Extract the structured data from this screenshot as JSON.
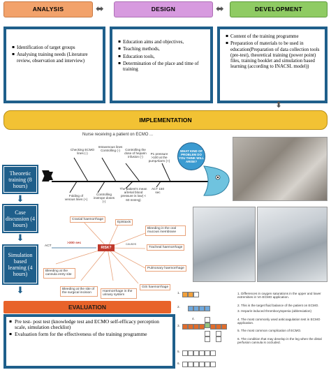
{
  "phases": {
    "analysis": "ANALYSIS",
    "design": "DESIGN",
    "development": "DEVELOPMENT"
  },
  "analysis_items": [
    "Identification of target groups",
    "Analysing training needs (Literature review, observation and interview)"
  ],
  "design_items": [
    "Education aims and objectives,",
    "Teaching methods,",
    "Education tools,",
    "Determination of the place and time of training"
  ],
  "development_items": [
    "Content of the training programme",
    "Preparation of materials to be used in education(Preparation of data collection tools (pre-test), theoretical training (power point) files, training booklet and simulation based learning (according to INACSL model))"
  ],
  "implementation": "IMPLEMENTATION",
  "fishbone": {
    "title": "Nurse receiving a patient on ECMO ...",
    "upper": [
      {
        "text": "Checking ECMO lines (-)"
      },
      {
        "text": "Intravenous lines Controlling (-)"
      },
      {
        "text": "Controlling the dose of heparin infusion (-)"
      },
      {
        "text": "P1 pressure >100 at the pumpAlarm (+)"
      }
    ],
    "lower": [
      {
        "text": "Folding of venous lines (+)"
      },
      {
        "text": "Controlling inotrope doses (-)"
      },
      {
        "text": "The patient's mean arterial blood pressure is low( < 60 mmHg)"
      },
      {
        "text": "ACT 150 sec"
      }
    ],
    "head_question": "WHAT KIND OF PROBLEM DO YOU THINK WILL ARISE?"
  },
  "stages": [
    "Theoretic training (8 hours)",
    "Case discussion (4 hours)",
    "Simulation based learning (4 hours)"
  ],
  "mindmap": {
    "center": "RISK?",
    "act_label": "ACT",
    "act_value": ">300 sec",
    "causes_label": "causes",
    "risks": [
      "Cranial haemorrhage",
      "Epistaxis",
      "Bleeding in the oral mucous membrane",
      "Tracheal haemorrhage",
      "Pulmonary haemorrhage",
      "GIS haemorrhage",
      "Haemorrhage in the urinary system",
      "Bleeding at the site of the surgical incision",
      "Bleeding at the cannula entry site"
    ]
  },
  "evaluation": "EVALUATION",
  "evaluation_items": [
    "Pre test- post test (knowledge test and ECMO self-efficacy perception scale, simulation checklist)",
    "Evaluation form for the effectiveness of the training programme"
  ],
  "crossword_clues": [
    "1. Differences in oxygen saturations in the upper and lower extremities in VA-ECMO application.",
    "2. This is the target fluid balance of the patient on ECMO.",
    "3. Heparin-induced thrombocytopenia (abbreviation)",
    "4. The most commonly used anticoagulation test in ECMO application.",
    "5. The most common complication of ECMO.",
    "6. The condition that may develop in the leg when the distal perfusion cannula is occluded."
  ],
  "crossword_numbers": [
    "1.",
    "2.",
    "3.",
    "4.",
    "5.",
    "6."
  ],
  "colors": {
    "analysis": "#f2a26b",
    "design": "#d79adf",
    "development": "#8fcb63",
    "implementation": "#f2c234",
    "evaluation": "#e8632a",
    "frame_blue": "#1f5f8b",
    "risk_red": "#c0392b"
  }
}
